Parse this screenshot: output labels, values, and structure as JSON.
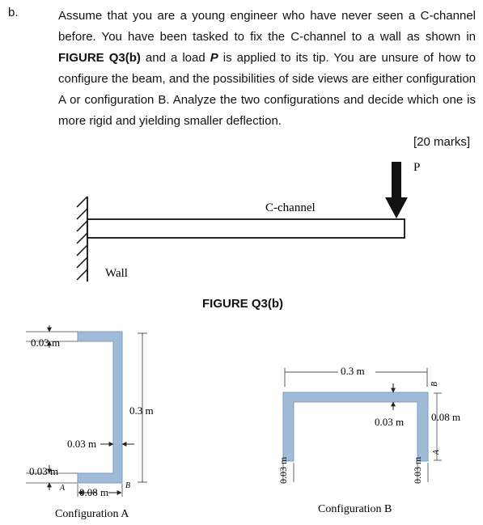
{
  "question": {
    "number": "b.",
    "text_1": "Assume that you are a young engineer who have never seen a C-channel before. You have been tasked to fix the C-channel to a wall as shown in ",
    "figure_ref": "FIGURE Q3(b)",
    "text_2": " and a load ",
    "load_symbol": "P",
    "text_3": " is applied to its tip. You are unsure of how to configure the beam, and the possibilities of side views are either configuration A or configuration B. Analyze the two configurations and decide which one is more rigid and yielding smaller deflection.",
    "marks": "[20 marks]"
  },
  "figure": {
    "caption": "FIGURE Q3(b)",
    "wall_label": "Wall",
    "beam_label": "C-channel",
    "load_label": "P",
    "colors": {
      "section_fill": "#9fbbd8",
      "section_edge": "#7d9dc0"
    },
    "config_a": {
      "caption": "Configuration A",
      "dim_top_thickness": "0.03 m",
      "dim_height": "0.3 m",
      "dim_web": "0.03 m",
      "dim_bottom_thickness": "0.03 m",
      "dim_flange": "0.08 m",
      "point_a": "A",
      "point_b": "B"
    },
    "config_b": {
      "caption": "Configuration B",
      "dim_width": "0.3 m",
      "dim_top_thickness": "0.03 m",
      "dim_left_leg": "0.03 m",
      "dim_right_leg": "0.03 m",
      "dim_leg_height": "0.08 m",
      "point_a": "A",
      "point_b": "B"
    }
  }
}
